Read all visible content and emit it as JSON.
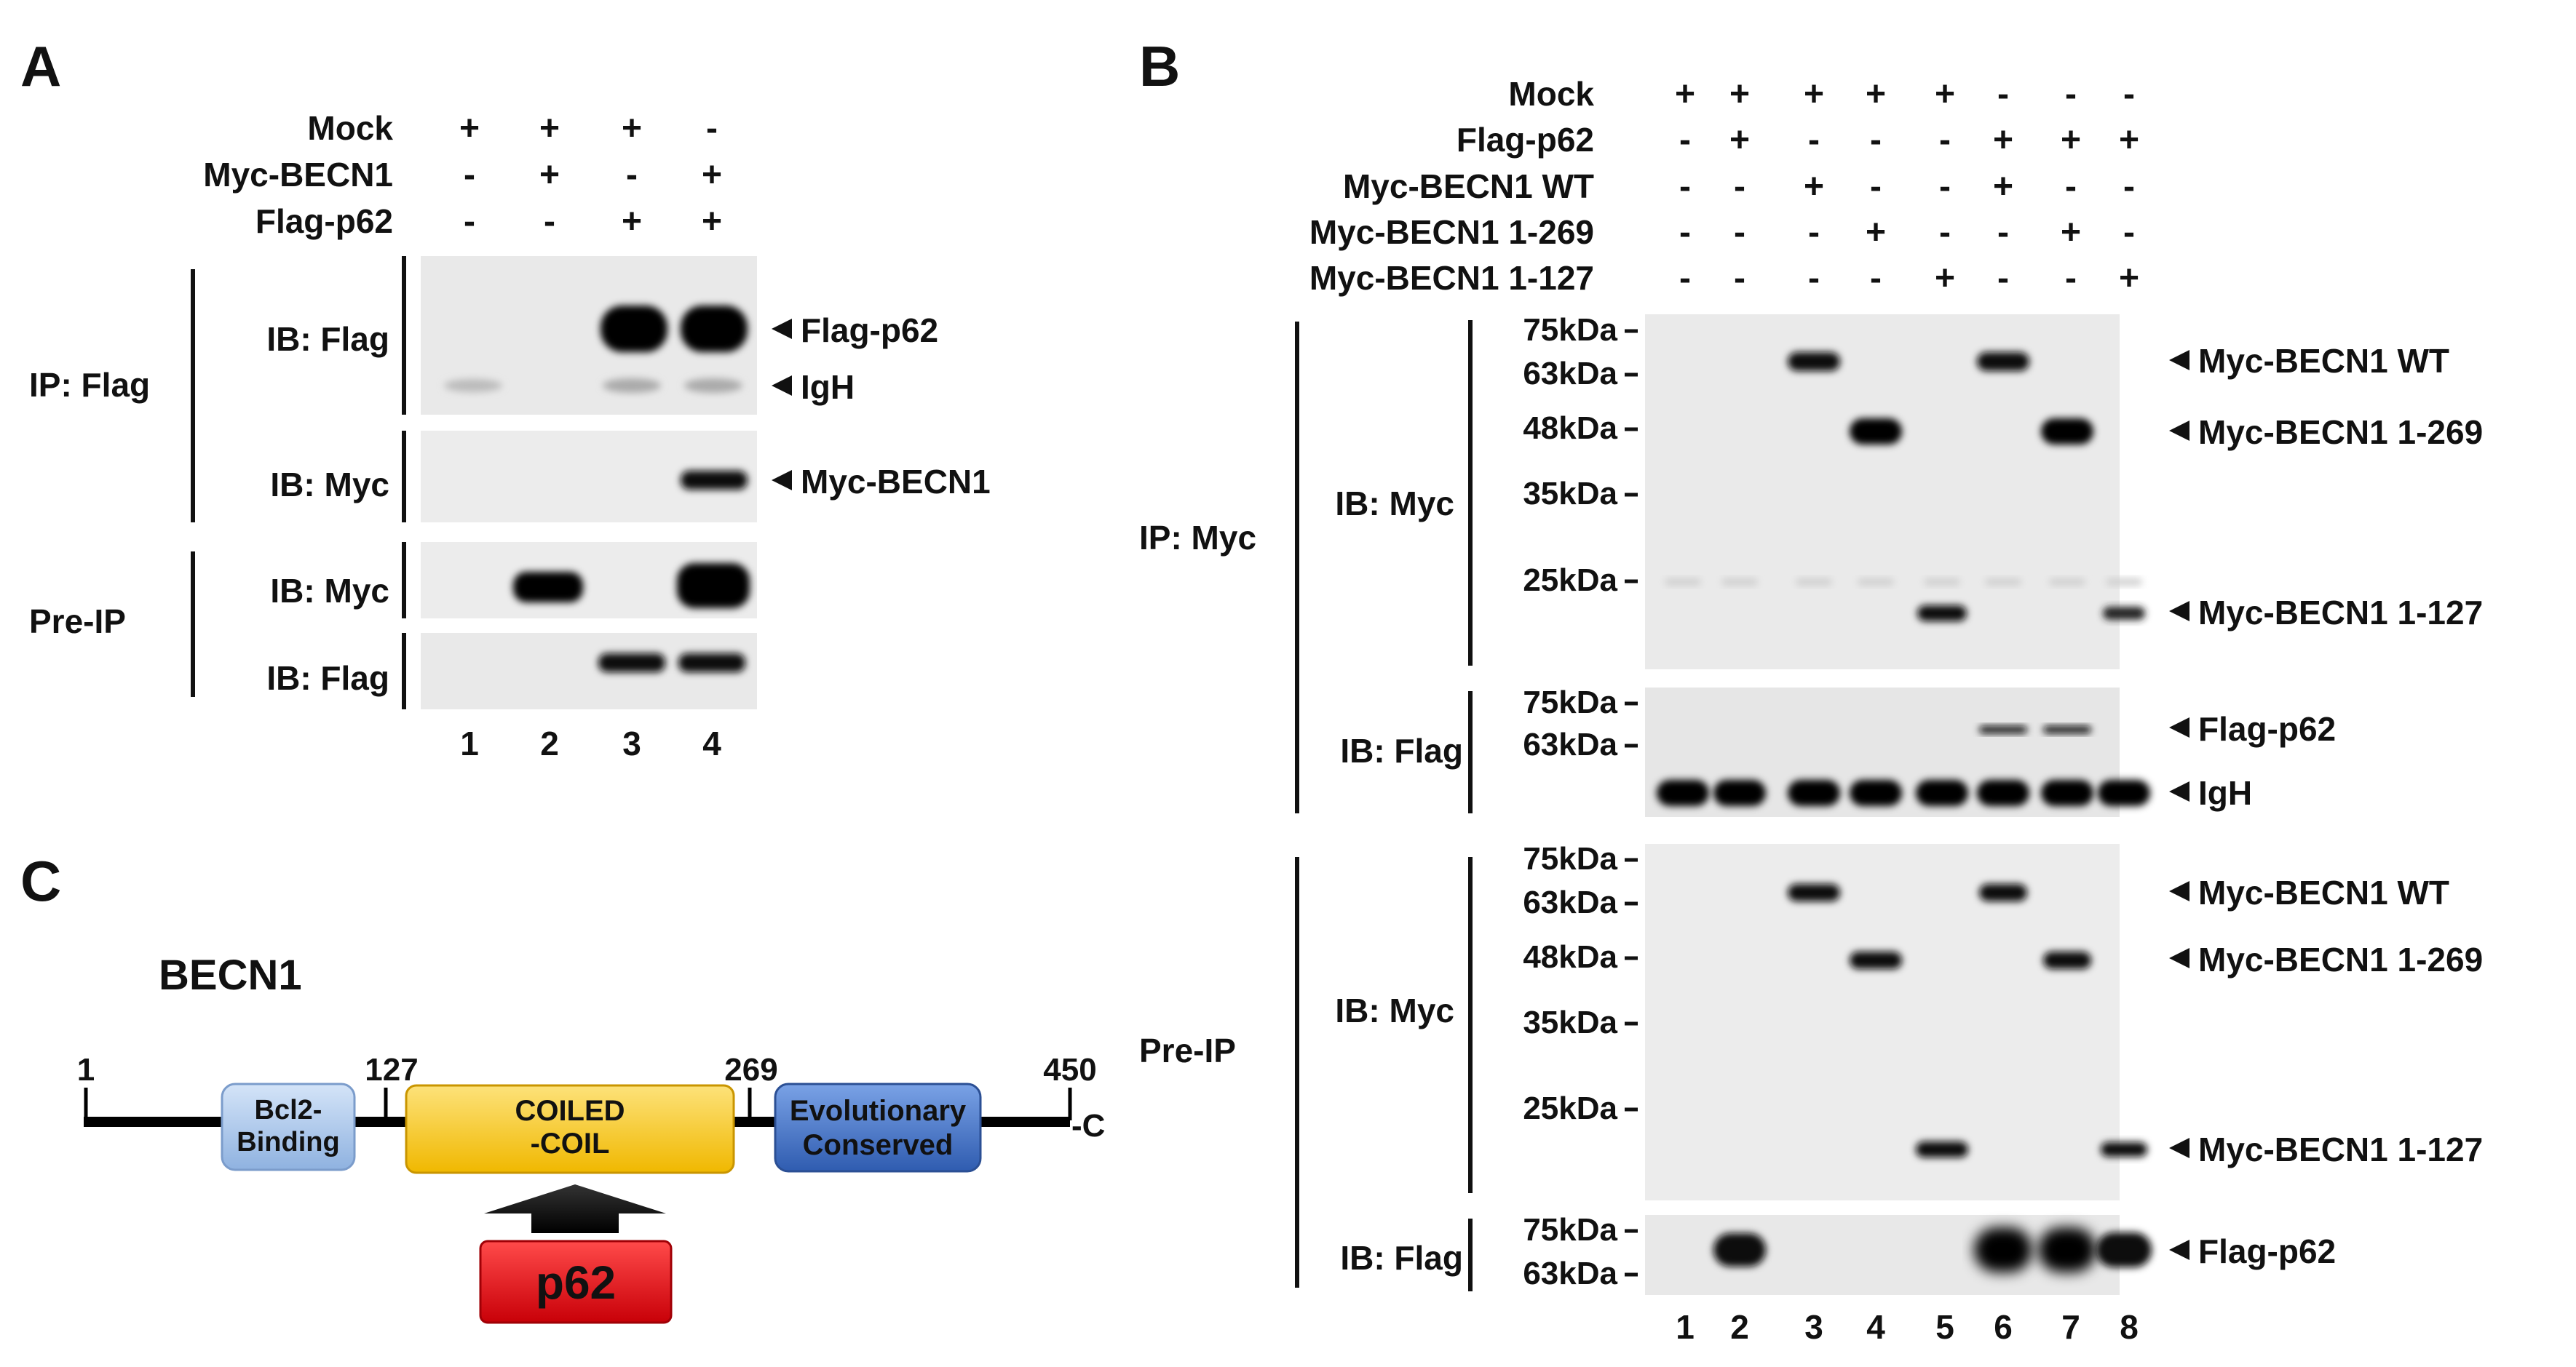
{
  "panelA": {
    "letter": "A",
    "rows": [
      {
        "label": "Mock",
        "signs": [
          "+",
          "+",
          "+",
          "-"
        ]
      },
      {
        "label": "Myc-BECN1",
        "signs": [
          "-",
          "+",
          "-",
          "+"
        ]
      },
      {
        "label": "Flag-p62",
        "signs": [
          "-",
          "-",
          "+",
          "+"
        ]
      }
    ],
    "groups": [
      "IP: Flag",
      "Pre-IP"
    ],
    "ib": [
      "IB: Flag",
      "IB: Myc",
      "IB: Myc",
      "IB: Flag"
    ],
    "arrows": [
      "Flag-p62",
      "IgH",
      "Myc-BECN1"
    ],
    "lanes": [
      "1",
      "2",
      "3",
      "4"
    ]
  },
  "panelB": {
    "letter": "B",
    "rows": [
      {
        "label": "Mock",
        "signs": [
          "+",
          "+",
          "+",
          "+",
          "+",
          "-",
          "-",
          "-"
        ]
      },
      {
        "label": "Flag-p62",
        "signs": [
          "-",
          "+",
          "-",
          "-",
          "-",
          "+",
          "+",
          "+"
        ]
      },
      {
        "label": "Myc-BECN1 WT",
        "signs": [
          "-",
          "-",
          "+",
          "-",
          "-",
          "+",
          "-",
          "-"
        ]
      },
      {
        "label": "Myc-BECN1 1-269",
        "signs": [
          "-",
          "-",
          "-",
          "+",
          "-",
          "-",
          "+",
          "-"
        ]
      },
      {
        "label": "Myc-BECN1 1-127",
        "signs": [
          "-",
          "-",
          "-",
          "-",
          "+",
          "-",
          "-",
          "+"
        ]
      }
    ],
    "groups": [
      "IP: Myc",
      "Pre-IP"
    ],
    "ib": [
      "IB: Myc",
      "IB: Flag",
      "IB: Myc",
      "IB: Flag"
    ],
    "markers_ip_myc": [
      "75kDa",
      "63kDa",
      "48kDa",
      "35kDa",
      "25kDa"
    ],
    "markers_ip_flag": [
      "75kDa",
      "63kDa"
    ],
    "markers_pre_myc": [
      "75kDa",
      "63kDa",
      "48kDa",
      "35kDa",
      "25kDa"
    ],
    "markers_pre_flag": [
      "75kDa",
      "63kDa"
    ],
    "arrows_ip_myc": [
      "Myc-BECN1 WT",
      "Myc-BECN1  1-269",
      "Myc-BECN1 1-127"
    ],
    "arrows_ip_flag": [
      "Flag-p62",
      "IgH"
    ],
    "arrows_pre_myc": [
      "Myc-BECN1 WT",
      "Myc-BECN1  1-269",
      "Myc-BECN1 1-127"
    ],
    "arrows_pre_flag": [
      "Flag-p62"
    ],
    "lanes": [
      "1",
      "2",
      "3",
      "4",
      "5",
      "6",
      "7",
      "8"
    ]
  },
  "panelC": {
    "letter": "C",
    "protein": "BECN1",
    "positions": [
      "1",
      "127",
      "269",
      "450"
    ],
    "c_terminus": "-C",
    "domains": [
      {
        "line1": "Bcl2-",
        "line2": "Binding",
        "color": "#a9c6ea"
      },
      {
        "line1": "COILED",
        "line2": "-COIL",
        "color": "#f7cb1c"
      },
      {
        "line1": "Evolutionary",
        "line2": "Conserved",
        "color": "#4a78c8"
      }
    ],
    "binder": "p62",
    "binder_color": "#e8101a"
  }
}
